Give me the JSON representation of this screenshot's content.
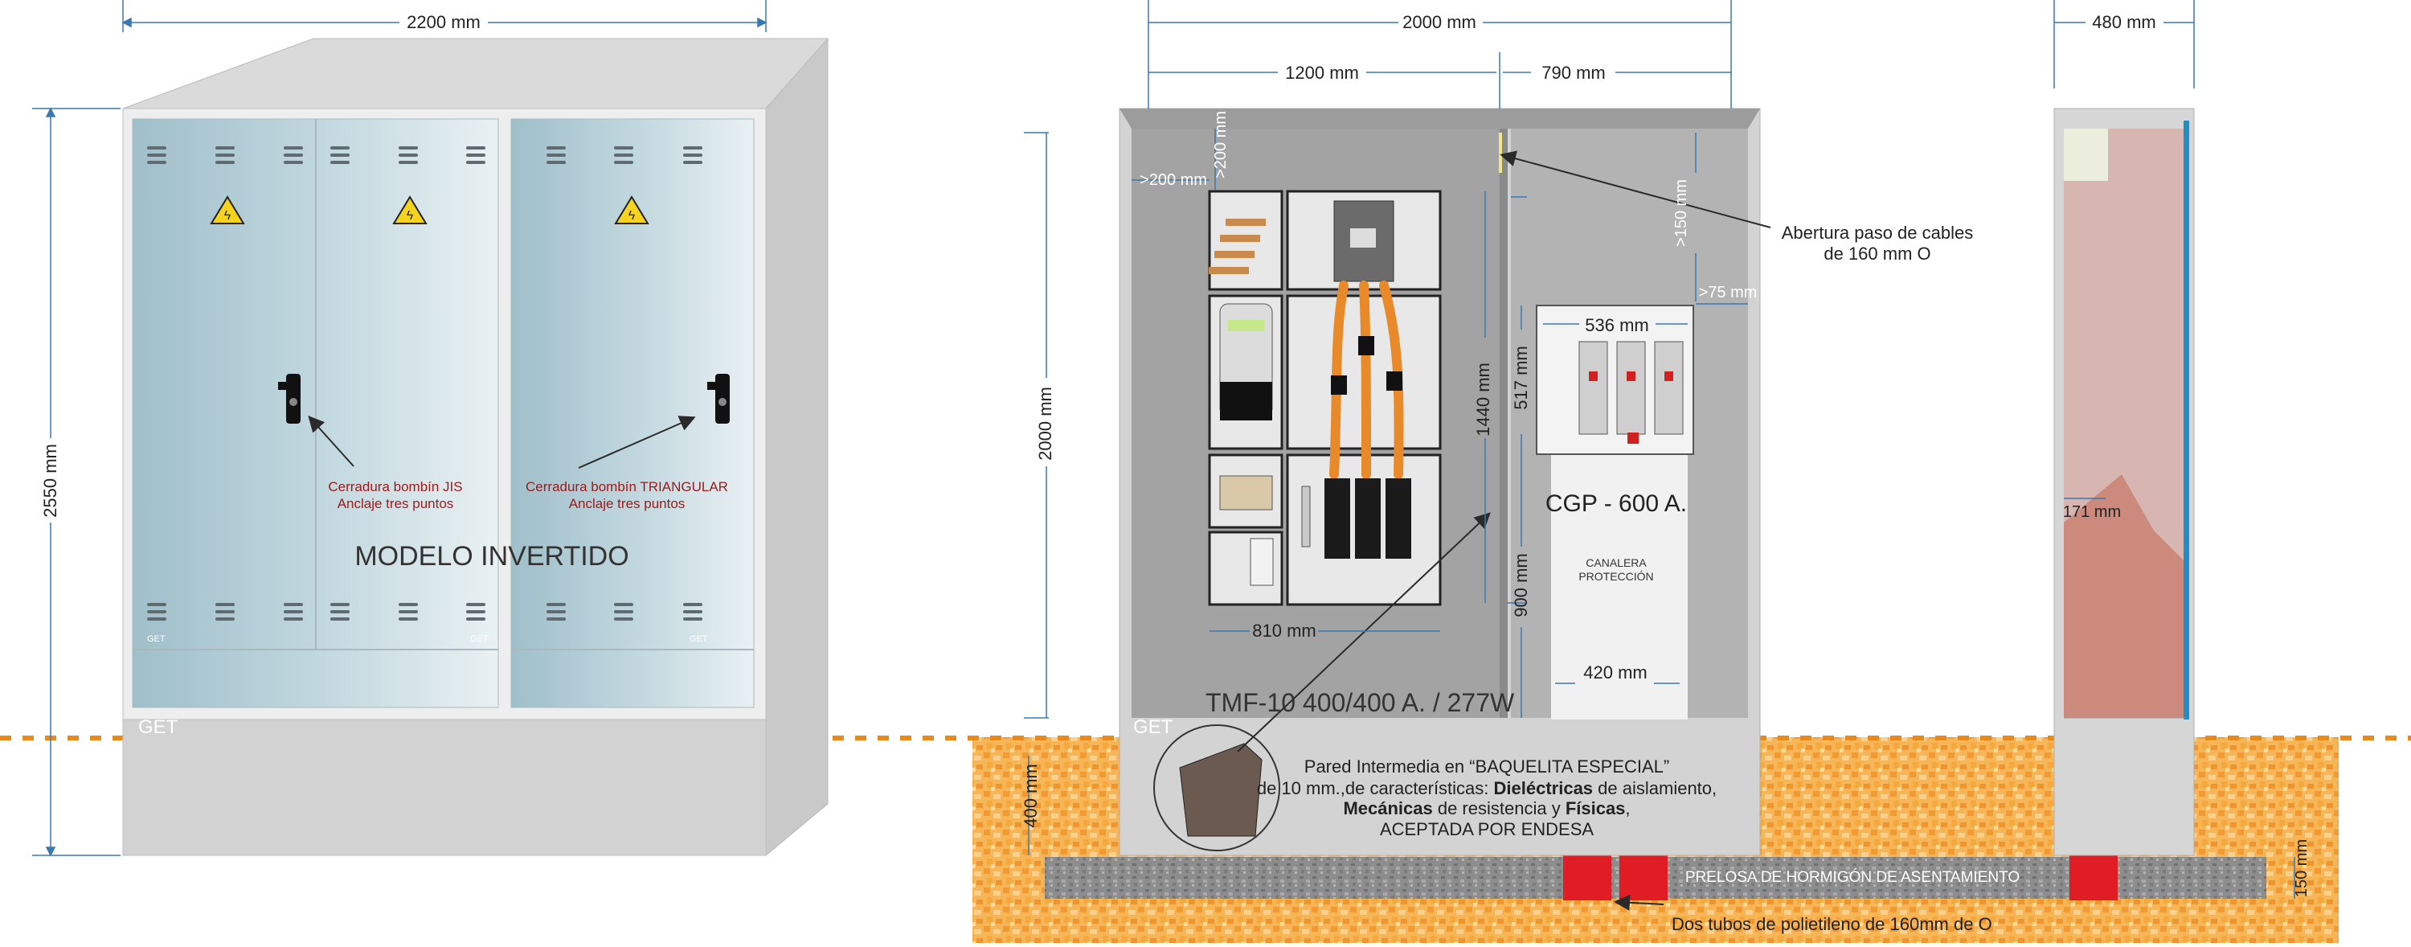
{
  "left_view": {
    "width_dim": "2200 mm",
    "height_dim": "2550 mm",
    "lock_jis_line1": "Cerradura bombín JIS",
    "lock_jis_line2": "Anclaje tres puntos",
    "lock_tri_line1": "Cerradura bombín TRIANGULAR",
    "lock_tri_line2": "Anclaje tres puntos",
    "model_label": "MODELO INVERTIDO",
    "get_small": "GET",
    "get_label": "GET"
  },
  "front_view": {
    "total_width": "2000 mm",
    "left_width": "1200 mm",
    "right_width": "790 mm",
    "dim_200_h": ">200 mm",
    "dim_200_v": ">200 mm",
    "dim_150": ">150 mm",
    "dim_75": ">75 mm",
    "height_2000": "2000 mm",
    "height_1440": "1440 mm",
    "height_517": "517 mm",
    "height_900": "900 mm",
    "width_536": "536 mm",
    "width_810": "810 mm",
    "width_420": "420 mm",
    "cgp_label": "CGP - 600 A.",
    "canalera_line1": "CANALERA",
    "canalera_line2": "PROTECCIÓN",
    "tmf_label": "TMF-10 400/400 A. / 277W",
    "get_label": "GET",
    "opening_line1": "Abertura paso de cables",
    "opening_line2": "de 160 mm O"
  },
  "wall_note": {
    "line1": "Pared Intermedia en “BAQUELITA ESPECIAL”",
    "line2_pre": "de 10 mm.,de características: ",
    "line2_bold": "Dieléctricas",
    "line2_post": " de aislamiento,",
    "line3_bold1": "Mecánicas",
    "line3_mid": " de resistencia y ",
    "line3_bold2": "Físicas",
    "line3_post": ",",
    "line4": "ACEPTADA POR ENDESA"
  },
  "ground": {
    "depth_400": "400 mm",
    "depth_150": "150 mm",
    "slab_label": "PRELOSA DE HORMIGÓN DE ASENTAMIENTO",
    "tubes_label": "Dos tubos de polietileno de 160mm de O"
  },
  "side_view": {
    "depth_dim": "480 mm",
    "inner_dim": "171 mm"
  },
  "colors": {
    "dimension": "#3a78b0",
    "warning": "#9b1a1a",
    "ground_line": "#e8891c",
    "gravel": "#f2a33c",
    "orange_bus": "#e88a2a"
  }
}
